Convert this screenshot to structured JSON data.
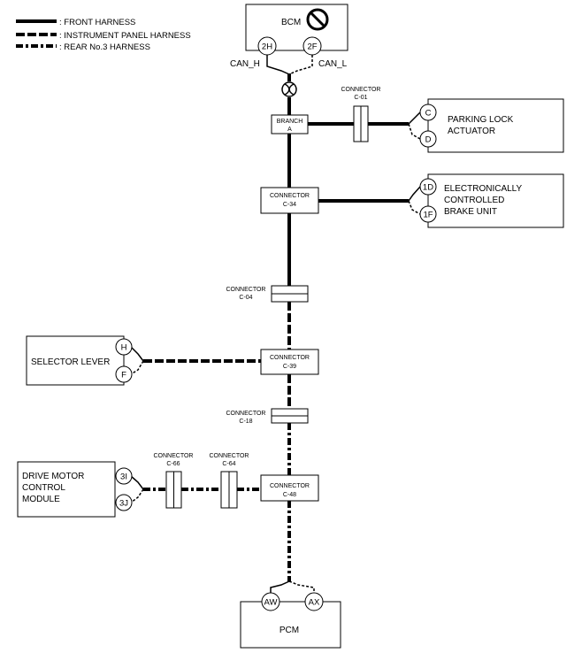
{
  "legend": {
    "front": ": FRONT HARNESS",
    "instrument_panel": ": INSTRUMENT PANEL HARNESS",
    "rear3": ": REAR No.3 HARNESS"
  },
  "modules": {
    "bcm": "BCM",
    "parking_lock_line1": "PARKING LOCK",
    "parking_lock_line2": "ACTUATOR",
    "ecbu_line1": "ELECTRONICALLY",
    "ecbu_line2": "CONTROLLED",
    "ecbu_line3": "BRAKE UNIT",
    "selector": "SELECTOR LEVER",
    "dmcm_line1": "DRIVE MOTOR",
    "dmcm_line2": "CONTROL",
    "dmcm_line3": "MODULE",
    "pcm": "PCM"
  },
  "signals": {
    "can_h": "CAN_H",
    "can_l": "CAN_L"
  },
  "pins": {
    "bcm_h": "2H",
    "bcm_l": "2F",
    "parking_h": "C",
    "parking_l": "D",
    "ecbu_h": "1D",
    "ecbu_l": "1F",
    "selector_h": "H",
    "selector_l": "F",
    "dmcm_h": "3I",
    "dmcm_l": "3J",
    "pcm_h": "AW",
    "pcm_l": "AX"
  },
  "branch": {
    "line1": "BRANCH",
    "line2": "A"
  },
  "connectors": {
    "word": "CONNECTOR",
    "c01": "C-01",
    "c34": "C-34",
    "c04": "C-04",
    "c39": "C-39",
    "c18": "C-18",
    "c48": "C-48",
    "c66": "C-66",
    "c64": "C-64"
  },
  "colors": {
    "line": "#000000",
    "background": "#ffffff"
  }
}
